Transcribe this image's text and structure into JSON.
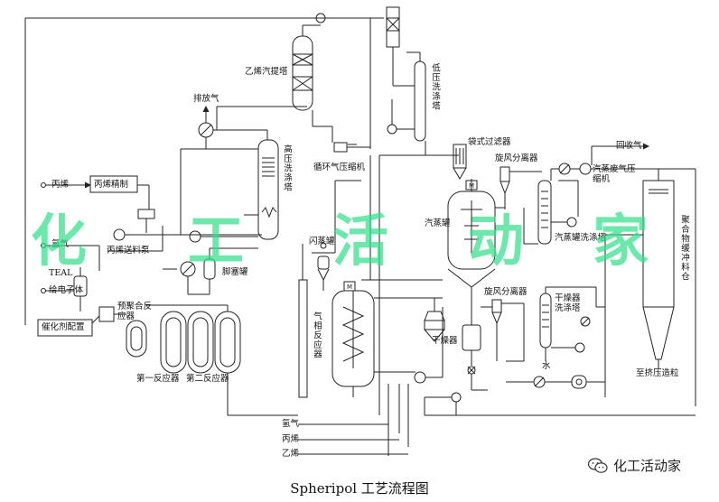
{
  "diagram": {
    "caption": "Spheripol 工艺流程图",
    "watermark": [
      "化",
      "工",
      "活",
      "动",
      "家"
    ],
    "brand": "化工活动家",
    "labels": {
      "propylene_feed": "丙烯",
      "propylene_refining": "丙烯精制",
      "propylene_pump": "丙烯送料泵",
      "hydrogen_feed": "氢气",
      "teal": "TEAL",
      "donor": "给电子体",
      "catalyst_prep": "催化剂配置",
      "prepoly_reactor": "预聚合反应器",
      "first_reactor": "第一反应器",
      "second_reactor": "第二反应器",
      "flush_tank": "闪蒸罐",
      "buffer_tank": "脚塞罐",
      "vent_gas": "排放气",
      "ethylene_stripper": "乙烯汽提塔",
      "hp_scrubber": "高压洗涤塔",
      "recycle_compressor": "循环气压缩机",
      "lp_scrubber": "低压洗涤塔",
      "bag_filter": "袋式过滤器",
      "cyclone1": "旋风分离器",
      "steamer": "汽蒸罐",
      "gas_phase_reactor": "气相反应器",
      "dryer1": "干燥器",
      "cyclone2": "旋风分离器",
      "dryer_scrubber": "干燥器洗涤塔",
      "water": "水",
      "steam_compressor": "汽蒸废气压缩机",
      "steamer_scrubber": "汽蒸罐洗涤塔",
      "recovered_gas": "回收气",
      "silo": "聚合物缓冲料仓",
      "to_extruder": "至挤压造粒",
      "bottom_h2": "氢气",
      "bottom_propylene": "丙烯",
      "bottom_ethylene": "乙烯",
      "motor": "M"
    }
  }
}
